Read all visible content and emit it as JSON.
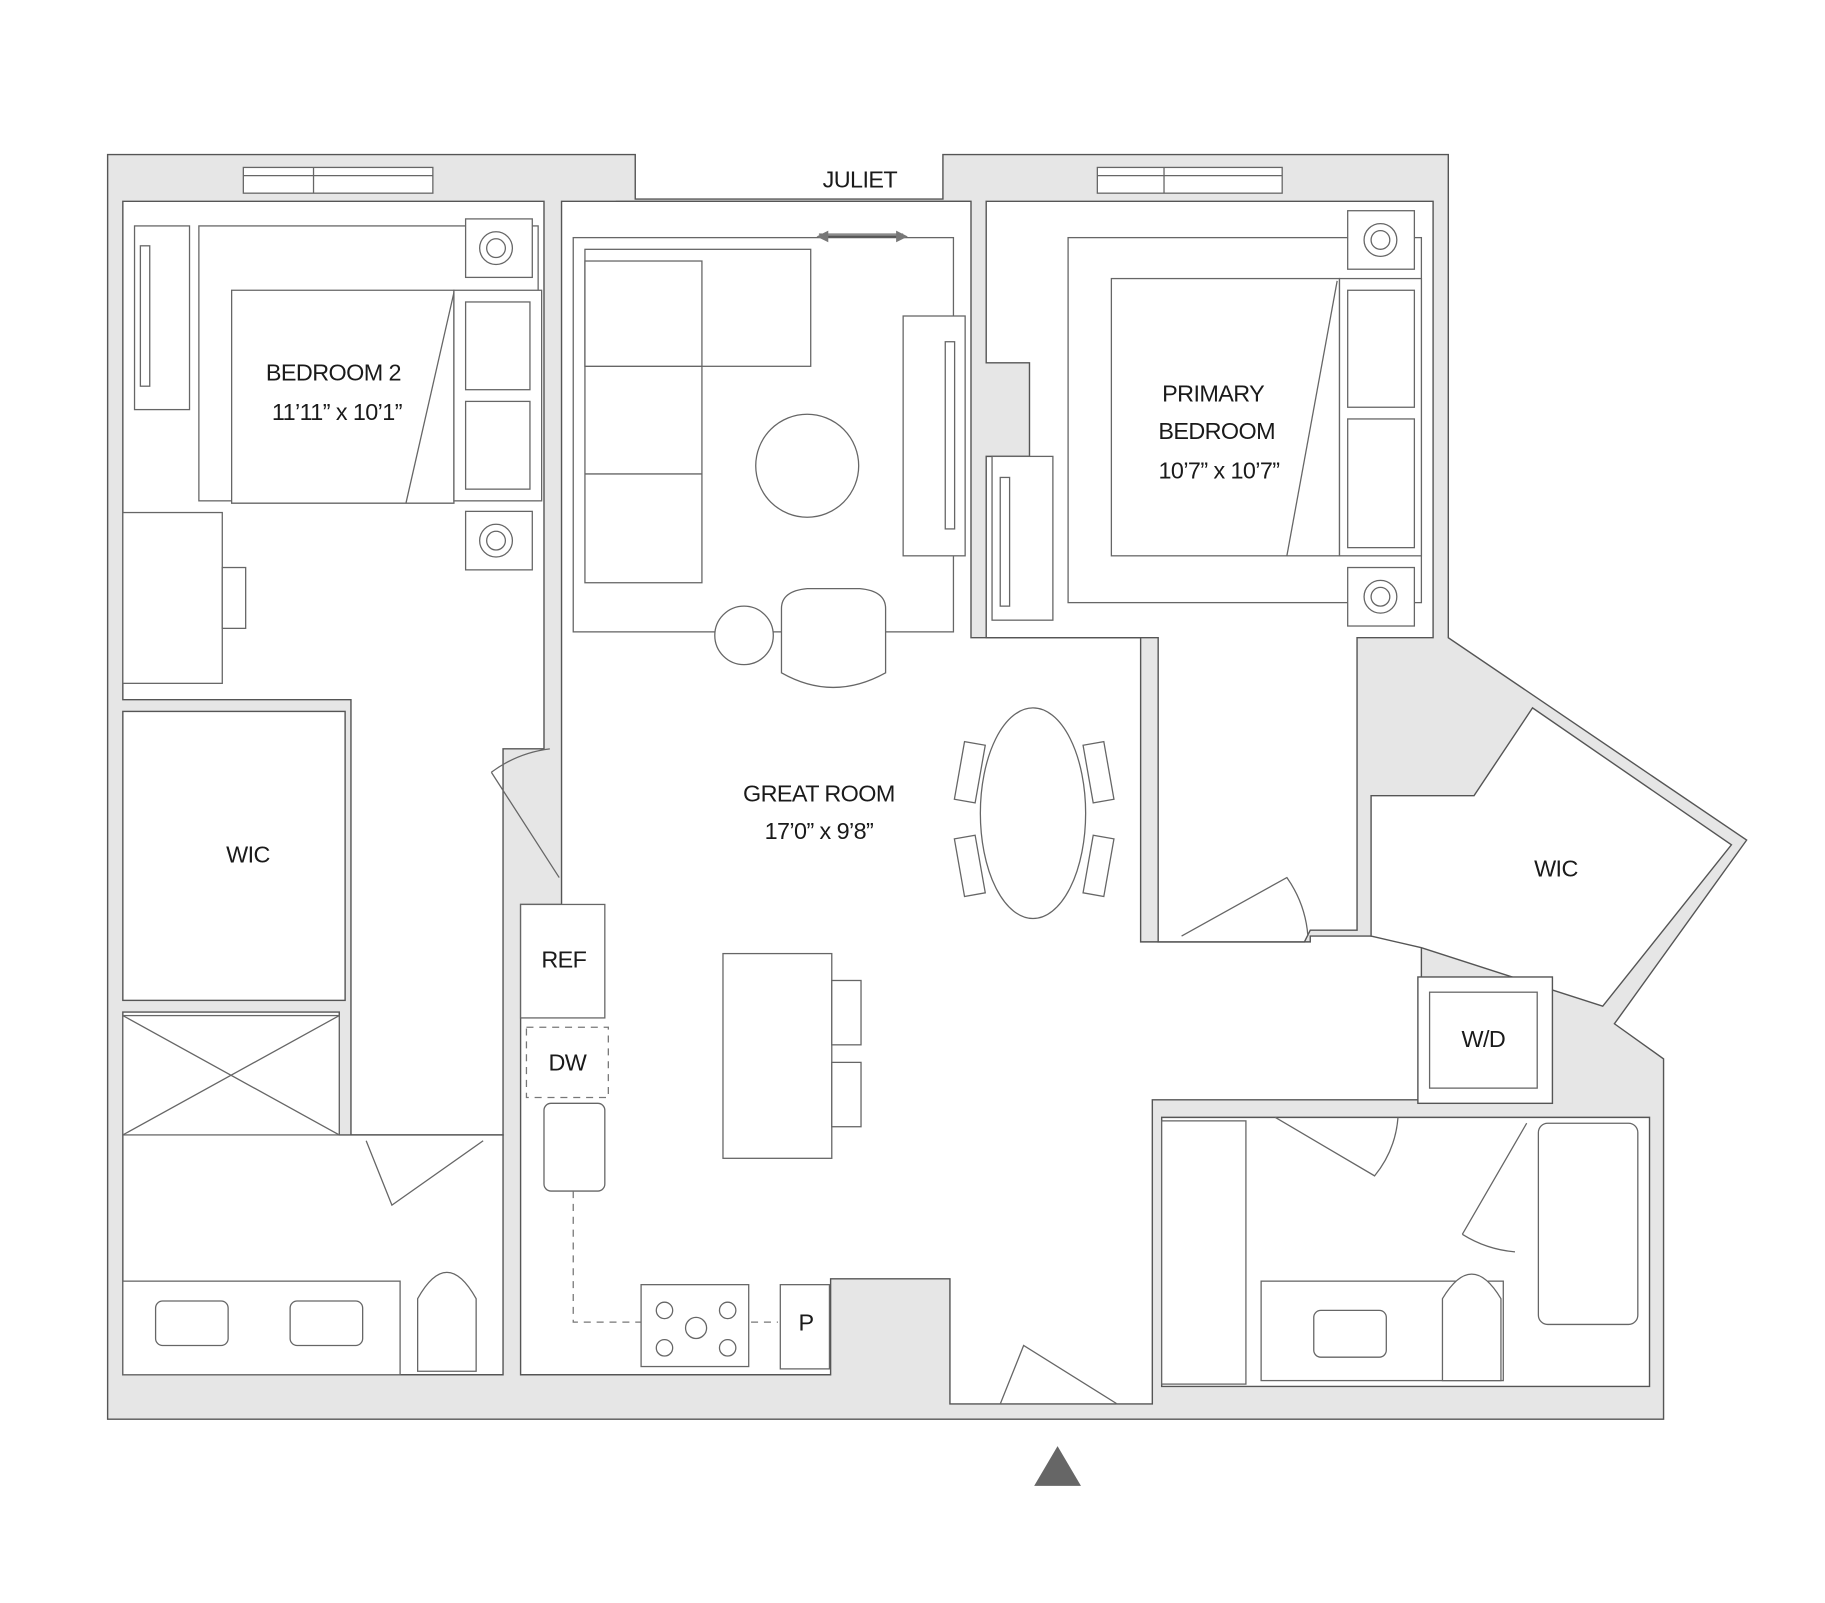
{
  "plan": {
    "labels": {
      "juliet": "JULIET",
      "bedroom2_name": "BEDROOM 2",
      "bedroom2_size": "11’11” x 10’1”",
      "primary_name_1": "PRIMARY",
      "primary_name_2": "BEDROOM",
      "primary_size": "10’7” x 10’7”",
      "great_room_name": "GREAT ROOM",
      "great_room_size": "17’0” x 9’8”",
      "wic_left": "WIC",
      "wic_right": "WIC",
      "ref": "REF",
      "dw": "DW",
      "wd": "W/D",
      "pantry": "P"
    },
    "colors": {
      "wall": "#e6e6e6",
      "line": "#555555",
      "entry_marker": "#666666"
    }
  }
}
